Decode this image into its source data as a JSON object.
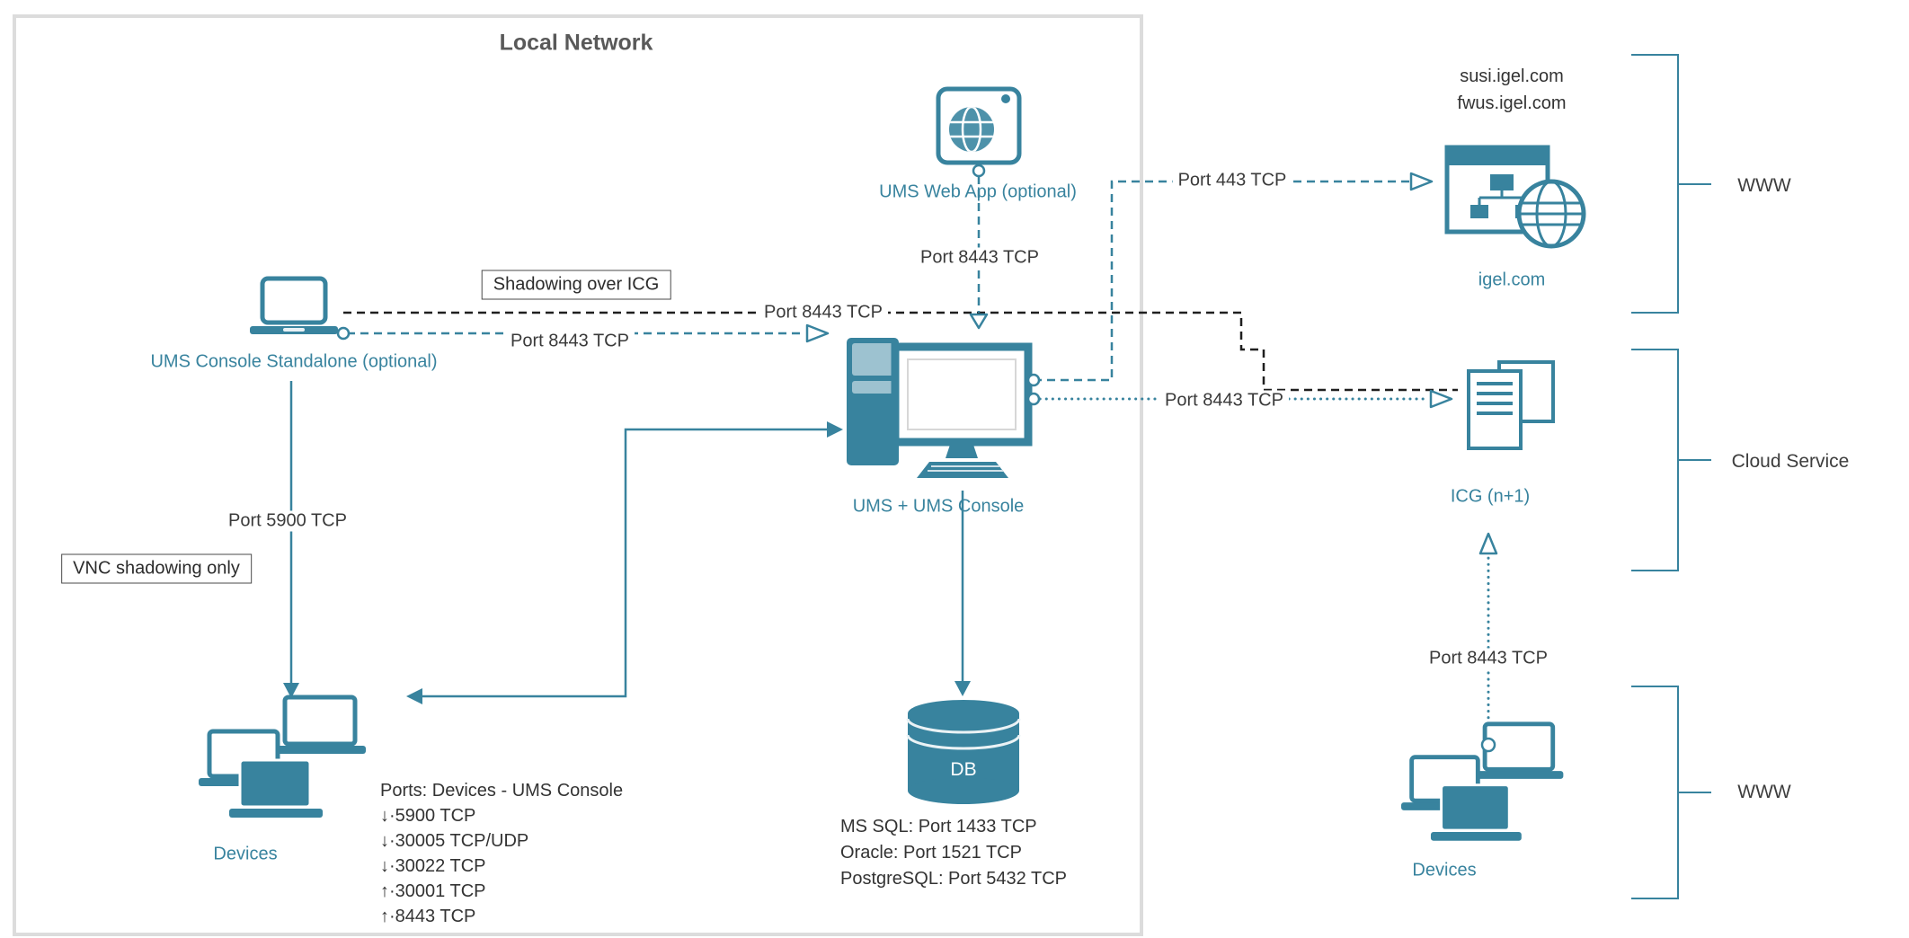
{
  "colors": {
    "teal": "#38839E",
    "dark": "#3A3A3A",
    "box_border": "#DCDCDC",
    "black_line": "#1F1F1F"
  },
  "local_network": {
    "title": "Local Network",
    "web_app": {
      "label": "UMS Web App (optional)"
    },
    "console_standalone": {
      "label": "UMS Console Standalone (optional)"
    },
    "ums": {
      "label": "UMS + UMS Console"
    },
    "devices": {
      "label": "Devices",
      "ports_title": "Ports: Devices - UMS Console",
      "ports": [
        "↓·5900 TCP",
        "↓·30005 TCP/UDP",
        "↓·30022 TCP",
        "↑·30001 TCP",
        "↑·8443 TCP"
      ]
    },
    "db": {
      "label": "DB",
      "ports": [
        "MS SQL: Port 1433 TCP",
        "Oracle: Port 1521 TCP",
        "PostgreSQL: Port 5432 TCP"
      ]
    }
  },
  "connections": {
    "shadowing_note": "Shadowing over ICG",
    "vnc_note": "VNC shadowing only",
    "shadowing_port": "Port 8443 TCP",
    "standalone_to_ums": "Port 8443 TCP",
    "webapp_to_ums": "Port 8443 TCP",
    "ums_to_igel": "Port 443 TCP",
    "ums_to_icg": "Port 8443 TCP",
    "standalone_to_devices": "Port 5900 TCP",
    "devices_to_icg": "Port 8443 TCP"
  },
  "external": {
    "igel": {
      "domains": [
        "susi.igel.com",
        "fwus.igel.com"
      ],
      "label": "igel.com"
    },
    "icg": {
      "label": "ICG (n+1)"
    },
    "devices": {
      "label": "Devices"
    },
    "zones": [
      "WWW",
      "Cloud Service",
      "WWW"
    ]
  }
}
